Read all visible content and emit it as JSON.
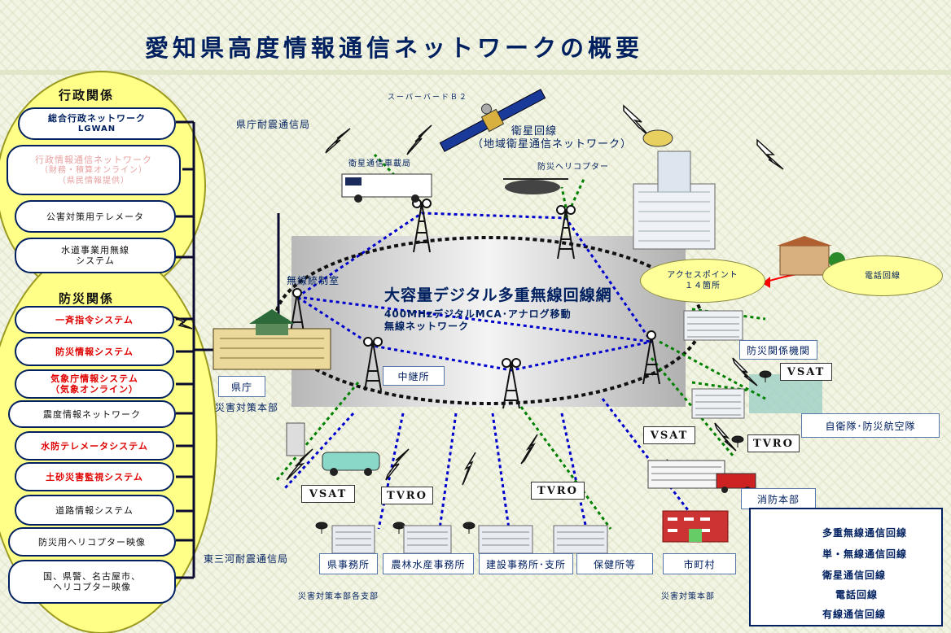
{
  "title": "愛知県高度情報通信ネットワークの概要",
  "admin": {
    "heading": "行政関係",
    "items": [
      {
        "label": "総合行政ネットワーク",
        "sub": "LGWAN"
      },
      {
        "label": "行政情報通信ネットワーク",
        "sub": "（財務・積算オンライン）",
        "sub2": "（県民情報提供）"
      },
      {
        "label": "公害対策用テレメータ"
      },
      {
        "label": "水道事業用無線",
        "sub": "システム"
      }
    ]
  },
  "disaster": {
    "heading": "防災関係",
    "items": [
      {
        "label": "一斉指令システム"
      },
      {
        "label": "防災情報システム"
      },
      {
        "label": "気象庁情報システム",
        "sub": "（気象オンライン）"
      },
      {
        "label": "震度情報ネットワーク"
      },
      {
        "label": "水防テレメータシステム"
      },
      {
        "label": "土砂災害監視システム"
      },
      {
        "label": "道路情報システム"
      },
      {
        "label": "防災用ヘリコプター映像"
      },
      {
        "label": "国、県警、名古屋市、",
        "sub": "ヘリコプター映像"
      }
    ]
  },
  "labels": {
    "superbird": "スーパーバードＢ２",
    "pref_quake_station": "県庁耐震通信局",
    "satellite_vehicle": "衛星通信車載局",
    "satellite_line": "衛星回線",
    "satellite_line_sub": "（地域衛星通信ネットワーク）",
    "heli": "防災ヘリコプター",
    "radio_control": "無線統制室",
    "big_network": "大容量デジタル多重無線回線網",
    "mca_line1": "400MHzデジタルMCA･アナログ移動",
    "mca_line2": "無線ネットワーク",
    "access_point": "アクセスポイント",
    "access_point_count": "１４箇所",
    "telephone_line": "電話回線",
    "relay": "中継所",
    "prefecture_office": "県庁",
    "hq": "災害対策本部",
    "disaster_agencies": "防災関係機関",
    "vsat1": "VSAT",
    "vsat2": "VSAT",
    "vsat3": "VSAT",
    "tvro1": "TVRO",
    "tvro2": "TVRO",
    "tvro3": "TVRO",
    "sdf": "自衛隊･防災航空隊",
    "fire_hq": "消防本部",
    "east_mikawa": "東三河耐震通信局",
    "branch_pref": "県事務所",
    "branch_agri": "農林水産事務所",
    "branch_const": "建設事務所･支所",
    "branch_health": "保健所等",
    "municipality": "市町村",
    "branch_hq": "災害対策本部各支部",
    "muni_hq": "災害対策本部"
  },
  "legend": {
    "items": [
      {
        "label": "多重無線通信回線",
        "color": "#0000cc"
      },
      {
        "label": "単・無線通信回線",
        "color": "#008000"
      },
      {
        "label": "衛星通信回線",
        "color": "#000000"
      },
      {
        "label": "電話回線",
        "color": "#ff0000"
      },
      {
        "label": "有線通信回線",
        "color": "#002060"
      }
    ]
  }
}
